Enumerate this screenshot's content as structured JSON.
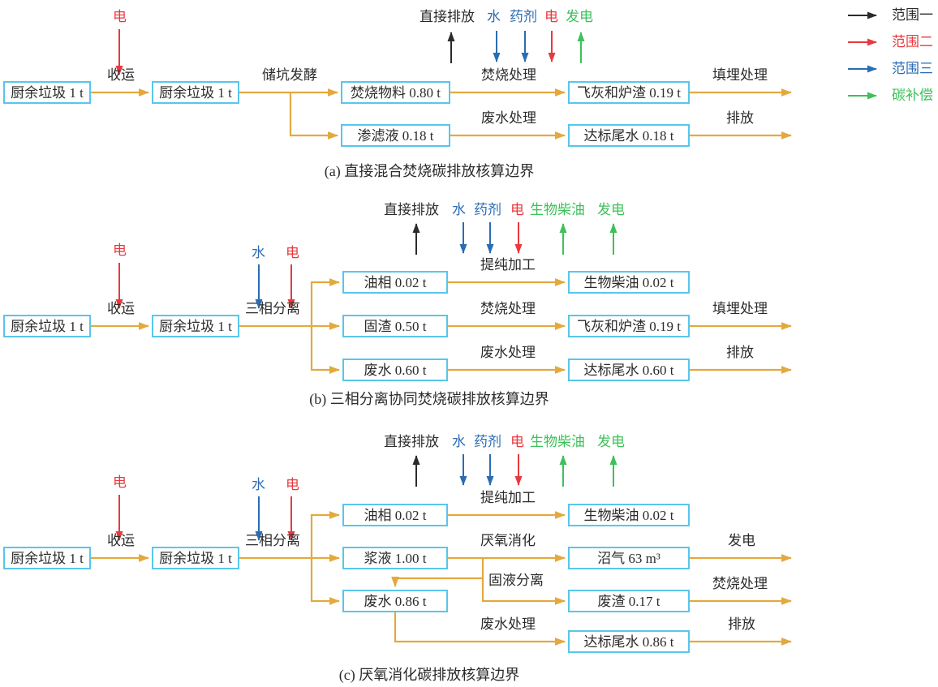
{
  "colors": {
    "flow_arrow_gold": "#E3A93E",
    "box_border_cyan": "#58C6EC",
    "scope1_black": "#2B2B2B",
    "scope2_red": "#E8393D",
    "scope3_blue": "#2B6CB3",
    "offset_green": "#3EC05A"
  },
  "legend": {
    "items": [
      {
        "label": "范围一"
      },
      {
        "label": "范围二"
      },
      {
        "label": "范围三"
      },
      {
        "label": "碳补偿"
      }
    ]
  },
  "diagram_a": {
    "caption": "(a) 直接混合焚烧碳排放核算边界",
    "boxes": {
      "waste1": "厨余垃圾 1 t",
      "waste2": "厨余垃圾 1 t",
      "feed": "焚烧物料 0.80 t",
      "leachate": "渗滤液 0.18 t",
      "ash": "飞灰和炉渣 0.19 t",
      "tailwater": "达标尾水 0.18 t"
    },
    "labels": {
      "electricity_in": "电",
      "collection": "收运",
      "pit_fermentation": "储坑发酵",
      "direct_emission": "直接排放",
      "water": "水",
      "chemicals": "药剂",
      "electricity": "电",
      "power_generation": "发电",
      "incineration": "焚烧处理",
      "landfill": "填埋处理",
      "wastewater_treatment": "废水处理",
      "discharge": "排放"
    }
  },
  "diagram_b": {
    "caption": "(b) 三相分离协同焚烧碳排放核算边界",
    "boxes": {
      "waste1": "厨余垃圾 1 t",
      "waste2": "厨余垃圾 1 t",
      "oil": "油相 0.02 t",
      "solid": "固渣 0.50 t",
      "wastewater": "废水 0.60 t",
      "biodiesel": "生物柴油 0.02 t",
      "ash": "飞灰和炉渣 0.19 t",
      "tailwater": "达标尾水 0.60 t"
    },
    "labels": {
      "electricity_in": "电",
      "collection": "收运",
      "water_in": "水",
      "electricity_in2": "电",
      "three_phase": "三相分离",
      "direct_emission": "直接排放",
      "water": "水",
      "chemicals": "药剂",
      "electricity": "电",
      "biodiesel_out": "生物柴油",
      "power_generation": "发电",
      "purification": "提纯加工",
      "incineration": "焚烧处理",
      "landfill": "填埋处理",
      "wastewater_treatment": "废水处理",
      "discharge": "排放"
    }
  },
  "diagram_c": {
    "caption": "(c) 厌氧消化碳排放核算边界",
    "boxes": {
      "waste1": "厨余垃圾 1 t",
      "waste2": "厨余垃圾 1 t",
      "oil": "油相 0.02 t",
      "slurry": "浆液 1.00 t",
      "wastewater": "废水 0.86 t",
      "biodiesel": "生物柴油 0.02 t",
      "biogas": "沼气 63 m³",
      "residue": "废渣 0.17 t",
      "tailwater": "达标尾水 0.86 t"
    },
    "labels": {
      "electricity_in": "电",
      "collection": "收运",
      "water_in": "水",
      "electricity_in2": "电",
      "three_phase": "三相分离",
      "direct_emission": "直接排放",
      "water": "水",
      "chemicals": "药剂",
      "electricity": "电",
      "biodiesel_out": "生物柴油",
      "power_generation": "发电",
      "purification": "提纯加工",
      "anaerobic_digestion": "厌氧消化",
      "generation_out": "发电",
      "solid_liquid_separation": "固液分离",
      "incineration": "焚烧处理",
      "wastewater_treatment": "废水处理",
      "discharge": "排放"
    }
  }
}
